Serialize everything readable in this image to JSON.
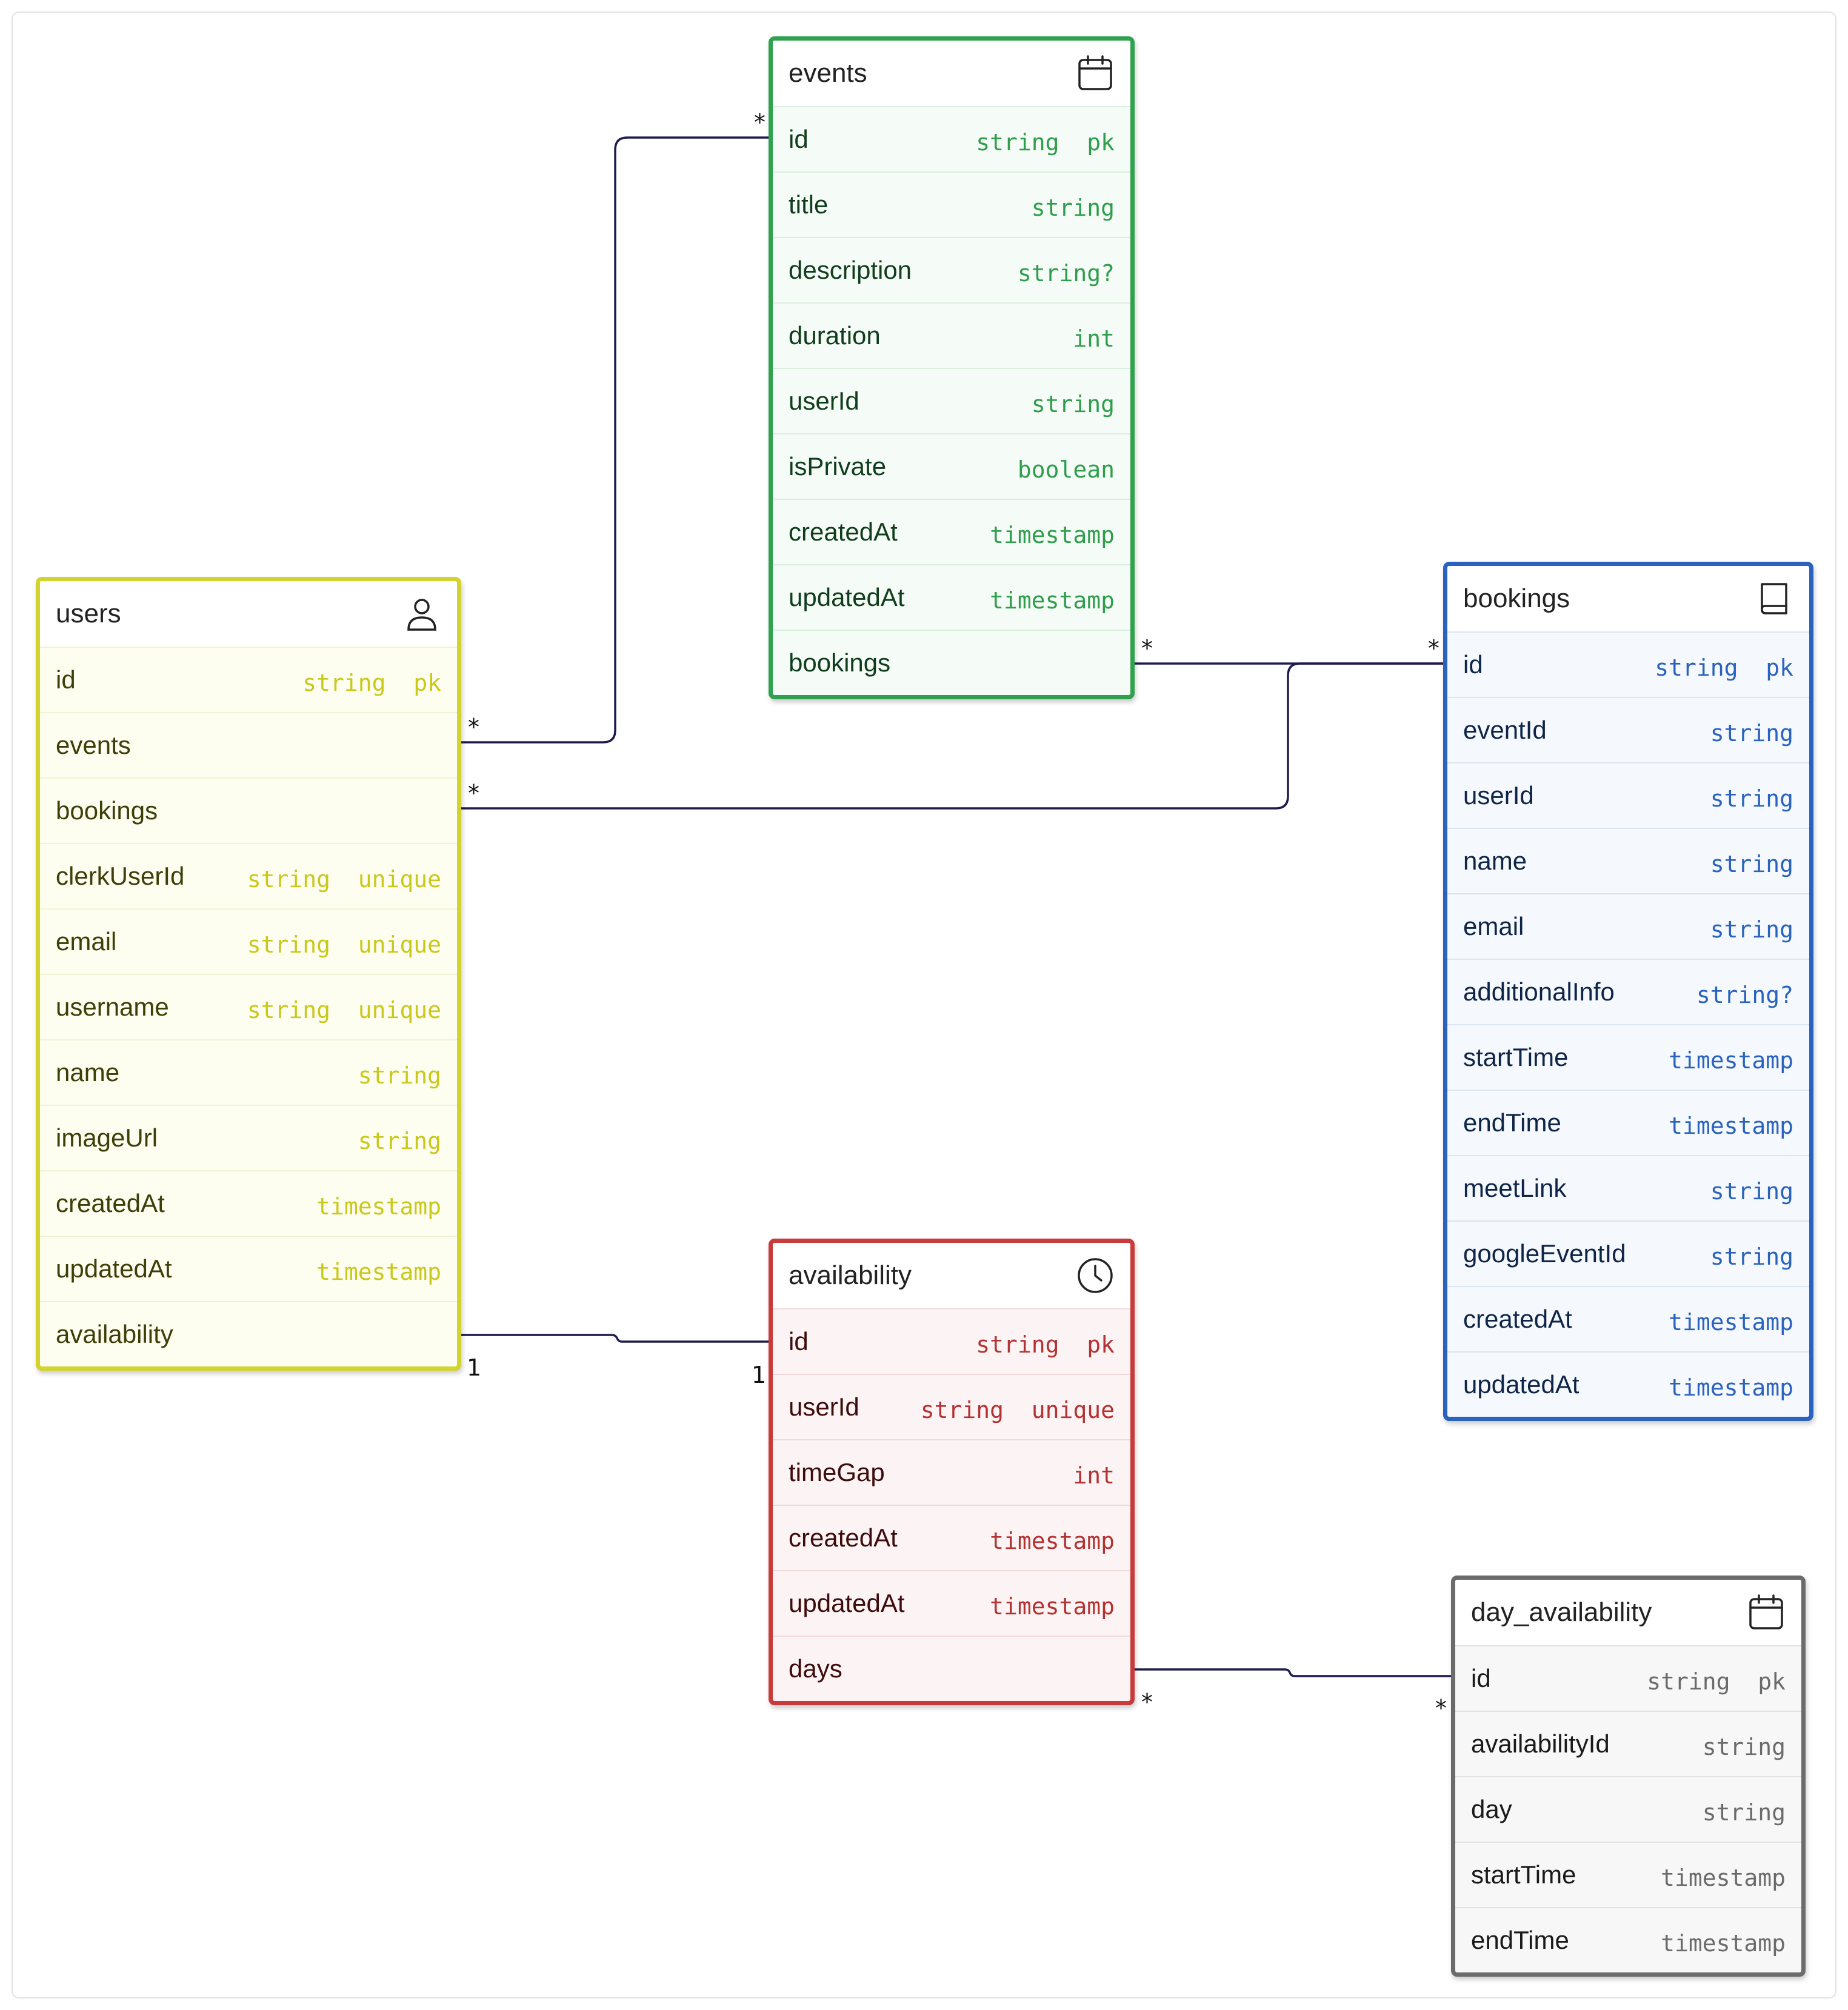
{
  "link_color": "#1f1a4f",
  "tables": {
    "users": {
      "title": "users",
      "icon": "user-icon",
      "border_color": "#d2d32c",
      "rows": [
        {
          "name": "id",
          "type": "string  pk"
        },
        {
          "name": "events",
          "type": ""
        },
        {
          "name": "bookings",
          "type": ""
        },
        {
          "name": "clerkUserId",
          "type": "string  unique"
        },
        {
          "name": "email",
          "type": "string  unique"
        },
        {
          "name": "username",
          "type": "string  unique"
        },
        {
          "name": "name",
          "type": "string"
        },
        {
          "name": "imageUrl",
          "type": "string"
        },
        {
          "name": "createdAt",
          "type": "timestamp"
        },
        {
          "name": "updatedAt",
          "type": "timestamp"
        },
        {
          "name": "availability",
          "type": ""
        }
      ]
    },
    "events": {
      "title": "events",
      "icon": "calendar-icon",
      "border_color": "#30a14e",
      "rows": [
        {
          "name": "id",
          "type": "string  pk"
        },
        {
          "name": "title",
          "type": "string"
        },
        {
          "name": "description",
          "type": "string?"
        },
        {
          "name": "duration",
          "type": "int"
        },
        {
          "name": "userId",
          "type": "string"
        },
        {
          "name": "isPrivate",
          "type": "boolean"
        },
        {
          "name": "createdAt",
          "type": "timestamp"
        },
        {
          "name": "updatedAt",
          "type": "timestamp"
        },
        {
          "name": "bookings",
          "type": ""
        }
      ]
    },
    "bookings": {
      "title": "bookings",
      "icon": "book-icon",
      "border_color": "#2a63bd",
      "rows": [
        {
          "name": "id",
          "type": "string  pk"
        },
        {
          "name": "eventId",
          "type": "string"
        },
        {
          "name": "userId",
          "type": "string"
        },
        {
          "name": "name",
          "type": "string"
        },
        {
          "name": "email",
          "type": "string"
        },
        {
          "name": "additionalInfo",
          "type": "string?"
        },
        {
          "name": "startTime",
          "type": "timestamp"
        },
        {
          "name": "endTime",
          "type": "timestamp"
        },
        {
          "name": "meetLink",
          "type": "string"
        },
        {
          "name": "googleEventId",
          "type": "string"
        },
        {
          "name": "createdAt",
          "type": "timestamp"
        },
        {
          "name": "updatedAt",
          "type": "timestamp"
        }
      ]
    },
    "availability": {
      "title": "availability",
      "icon": "clock-icon",
      "border_color": "#c93a3a",
      "rows": [
        {
          "name": "id",
          "type": "string  pk"
        },
        {
          "name": "userId",
          "type": "string  unique"
        },
        {
          "name": "timeGap",
          "type": "int"
        },
        {
          "name": "createdAt",
          "type": "timestamp"
        },
        {
          "name": "updatedAt",
          "type": "timestamp"
        },
        {
          "name": "days",
          "type": ""
        }
      ]
    },
    "day_availability": {
      "title": "day_availability",
      "icon": "calendar-icon",
      "border_color": "#6b6b6b",
      "rows": [
        {
          "name": "id",
          "type": "string  pk"
        },
        {
          "name": "availabilityId",
          "type": "string"
        },
        {
          "name": "day",
          "type": "string"
        },
        {
          "name": "startTime",
          "type": "timestamp"
        },
        {
          "name": "endTime",
          "type": "timestamp"
        }
      ]
    }
  },
  "relations": [
    {
      "from": "users.events",
      "to": "events.id",
      "from_card": "*",
      "to_card": "*"
    },
    {
      "from": "users.bookings",
      "to": "bookings.id",
      "from_card": "*",
      "to_card": "*"
    },
    {
      "from": "events.bookings",
      "to": "bookings.id",
      "from_card": "*",
      "to_card": "*"
    },
    {
      "from": "users.availability",
      "to": "availability.id",
      "from_card": "1",
      "to_card": "1"
    },
    {
      "from": "availability.days",
      "to": "day_availability.id",
      "from_card": "*",
      "to_card": "*"
    }
  ]
}
